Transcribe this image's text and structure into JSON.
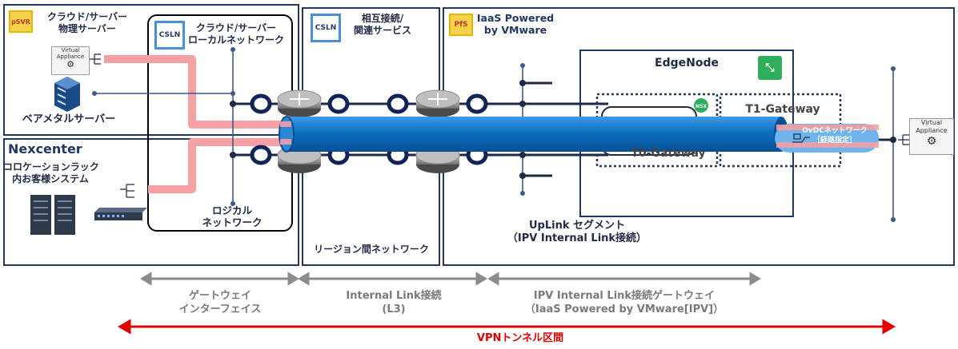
{
  "left_panel": {
    "badge": "pSVR",
    "title_line1": "クラウド/サーバー",
    "title_line2": "物理サーバー",
    "appliance_line1": "Virtual",
    "appliance_line2": "Appliance",
    "baremetal_label": "ベアメタルサーバー"
  },
  "nexcenter": {
    "logo": "Nexcenter",
    "line1": "コロケーションラック",
    "line2": "内お客様システム"
  },
  "local_network": {
    "badge": "CSLN",
    "title_line1": "クラウド/サーバー",
    "title_line2": "ローカルネットワーク",
    "logical_line1": "ロジカル",
    "logical_line2": "ネットワーク"
  },
  "interconnect": {
    "badge": "CSLN",
    "title_line1": "相互接続/",
    "title_line2": "関連サービス",
    "region_label": "リージョン間ネットワーク"
  },
  "iaas": {
    "badge": "PfS",
    "title_line1": "IaaS Powered",
    "title_line2": "by VMware",
    "edgenode": "EdgeNode",
    "nsx": "NSX",
    "t1_gateway": "T1-Gateway",
    "t0_gateway": "T0-Gateway",
    "ovdc_line1": "OvDCネットワーク",
    "ovdc_line2": "［経路指定］",
    "uplink_line1": "UpLink セグメント",
    "uplink_line2": "（IPV Internal Link接続）",
    "appliance_line1": "Virtual",
    "appliance_line2": "Appliance"
  },
  "bottom": {
    "seg1_line1": "ゲートウェイ",
    "seg1_line2": "インターフェイス",
    "seg2_line1": "Internal Link接続",
    "seg2_line2": "(L3)",
    "seg3_line1": "IPV Internal Link接続ゲートウェイ",
    "seg3_line2": "（IaaS Powered by VMware[IPV]）",
    "vpn_label": "VPNトンネル区間"
  },
  "colors": {
    "frame": "#1f3864",
    "tunnel": "#0e6fc1",
    "pink": "#f4a0a5",
    "vpn": "#e00000",
    "grey_arrow": "#8c8c8c",
    "csln_badge": "#4a90d9"
  }
}
